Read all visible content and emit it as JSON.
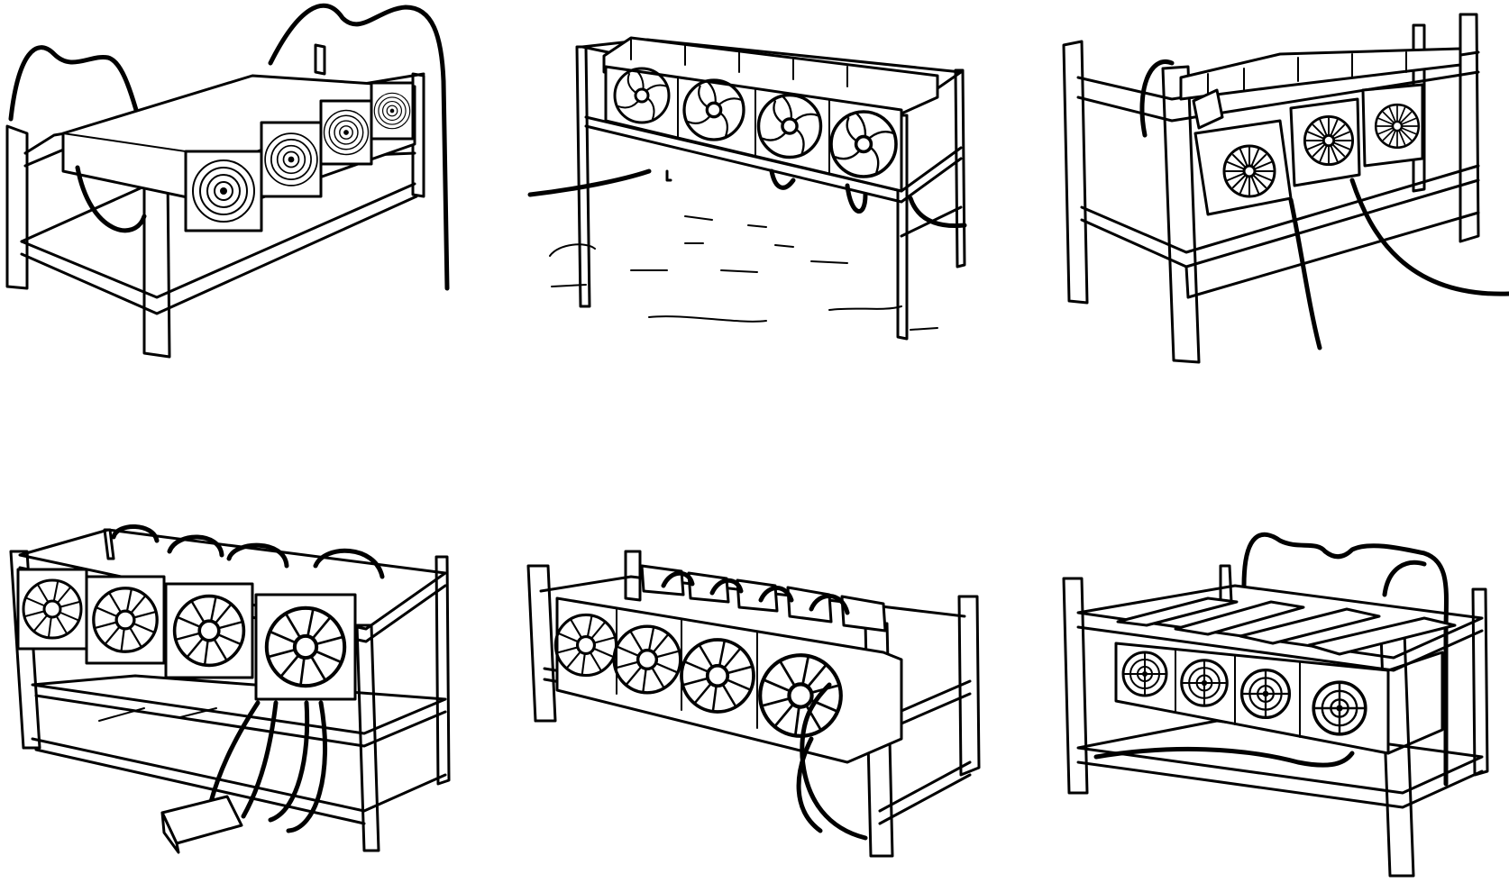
{
  "illustration": {
    "style": "black line-art on white",
    "background": "#ffffff",
    "stroke": "#000000",
    "panels": [
      {
        "id": "rig-1",
        "fans": 4,
        "fan_style": "concentric",
        "shelves": 2
      },
      {
        "id": "rig-2",
        "fans": 4,
        "fan_style": "swirl",
        "shelves": 2
      },
      {
        "id": "rig-3",
        "fans": 3,
        "fan_style": "spoke",
        "shelves": 2
      },
      {
        "id": "rig-4",
        "fans": 4,
        "fan_style": "blade",
        "shelves": 3
      },
      {
        "id": "rig-5",
        "fans": 4,
        "fan_style": "blade",
        "shelves": 2
      },
      {
        "id": "rig-6",
        "fans": 4,
        "fan_style": "grille",
        "shelves": 2
      }
    ]
  }
}
